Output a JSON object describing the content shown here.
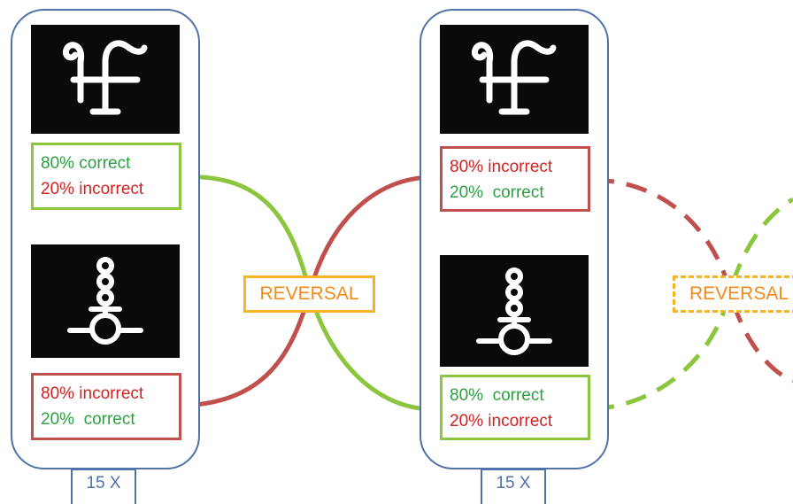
{
  "blocks": [
    {
      "top_feedback": [
        "80% correct",
        "20% incorrect"
      ],
      "bottom_feedback": [
        "80% incorrect",
        "20%  correct"
      ],
      "repeat_label": "15 X"
    },
    {
      "top_feedback": [
        "80% incorrect",
        "20%  correct"
      ],
      "bottom_feedback": [
        "80%  correct",
        "20% incorrect"
      ],
      "repeat_label": "15 X"
    }
  ],
  "reversal_labels": [
    "REVERSAL",
    "REVERSAL"
  ],
  "colors": {
    "correct": "#2e9e45",
    "incorrect": "#d22323",
    "panel_border": "#4f73a8",
    "reversal_border": "#f5b325",
    "reversal_text": "#f08a1c",
    "green_arrow": "#8cc63f",
    "red_arrow": "#c0504d"
  },
  "icons": {
    "stimulus_a": "glyph-anchor-symbol-icon",
    "stimulus_b": "glyph-circle-chain-symbol-icon"
  }
}
